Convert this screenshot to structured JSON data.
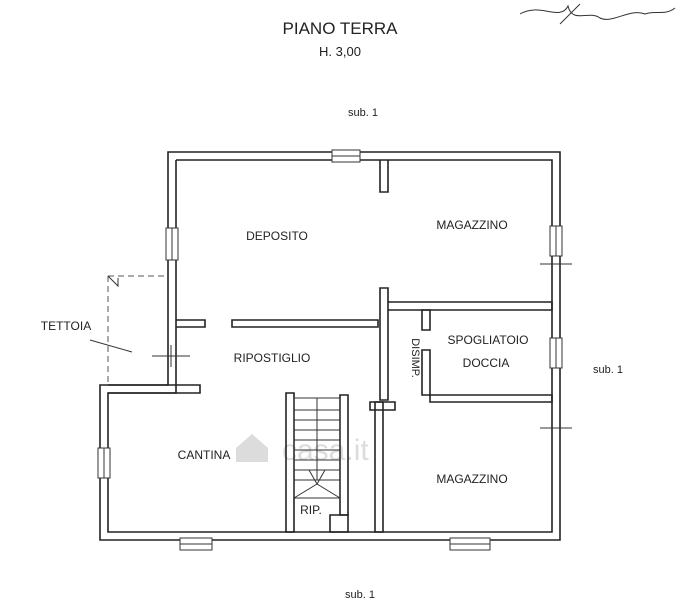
{
  "header": {
    "title": "PIANO TERRA",
    "height": "H. 3,00"
  },
  "neighbors": {
    "top": "sub. 1",
    "right": "sub. 1",
    "bottom": "sub. 1"
  },
  "rooms": {
    "deposito": "DEPOSITO",
    "magazzino_top": "MAGAZZINO",
    "ripostiglio": "RIPOSTIGLIO",
    "disimp": "DISIMP.",
    "spogliatoio": "SPOGLIATOIO",
    "doccia": "DOCCIA",
    "cantina": "CANTINA",
    "rip": "RIP.",
    "magazzino_bottom": "MAGAZZINO"
  },
  "tettoia": "TETTOIA",
  "watermark": "casa.it",
  "colors": {
    "line": "#222222",
    "watermark": "#d9d9d9"
  }
}
